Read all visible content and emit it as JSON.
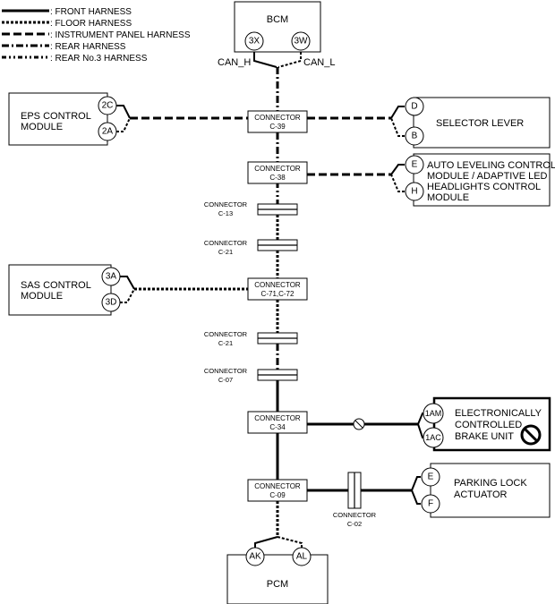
{
  "legend": [
    {
      "style": "front",
      "label": ": FRONT HARNESS"
    },
    {
      "style": "floor",
      "label": ": FLOOR HARNESS"
    },
    {
      "style": "instrument",
      "label": ": INSTRUMENT PANEL HARNESS"
    },
    {
      "style": "rear",
      "label": ": REAR HARNESS"
    },
    {
      "style": "rear3",
      "label": ": REAR No.3 HARNESS"
    }
  ],
  "bcm": {
    "title": "BCM",
    "pin_left": "3X",
    "pin_right": "3W",
    "can_h": "CAN_H",
    "can_l": "CAN_L"
  },
  "eps": {
    "title_line1": "EPS CONTROL",
    "title_line2": "MODULE",
    "pin_top": "2C",
    "pin_bottom": "2A"
  },
  "selector": {
    "title": "SELECTOR LEVER",
    "pin_top": "D",
    "pin_bottom": "B"
  },
  "auto_leveling": {
    "line1": "AUTO LEVELING CONTROL",
    "line2": "MODULE / ADAPTIVE LED",
    "line3": "HEADLIGHTS CONTROL",
    "line4": "MODULE",
    "pin_top": "E",
    "pin_bottom": "H"
  },
  "sas": {
    "title_line1": "SAS CONTROL",
    "title_line2": "MODULE",
    "pin_top": "3A",
    "pin_bottom": "3D"
  },
  "brake": {
    "line1": "ELECTRONICALLY",
    "line2": "CONTROLLED",
    "line3": "BRAKE UNIT",
    "pin_top": "1AM",
    "pin_bottom": "1AC"
  },
  "parking": {
    "line1": "PARKING LOCK",
    "line2": "ACTUATOR",
    "pin_top": "E",
    "pin_bottom": "F"
  },
  "pcm": {
    "title": "PCM",
    "pin_left": "AK",
    "pin_right": "AL"
  },
  "connectors": {
    "c39": {
      "line1": "CONNECTOR",
      "line2": "C-39"
    },
    "c38": {
      "line1": "CONNECTOR",
      "line2": "C-38"
    },
    "c13": {
      "line1": "CONNECTOR",
      "line2": "C-13"
    },
    "c21a": {
      "line1": "CONNECTOR",
      "line2": "C-21"
    },
    "c71": {
      "line1": "CONNECTOR",
      "line2": "C-71,C-72"
    },
    "c21b": {
      "line1": "CONNECTOR",
      "line2": "C-21"
    },
    "c07": {
      "line1": "CONNECTOR",
      "line2": "C-07"
    },
    "c34": {
      "line1": "CONNECTOR",
      "line2": "C-34"
    },
    "c09": {
      "line1": "CONNECTOR",
      "line2": "C-09"
    },
    "c02": {
      "line1": "CONNECTOR",
      "line2": "C-02"
    }
  }
}
